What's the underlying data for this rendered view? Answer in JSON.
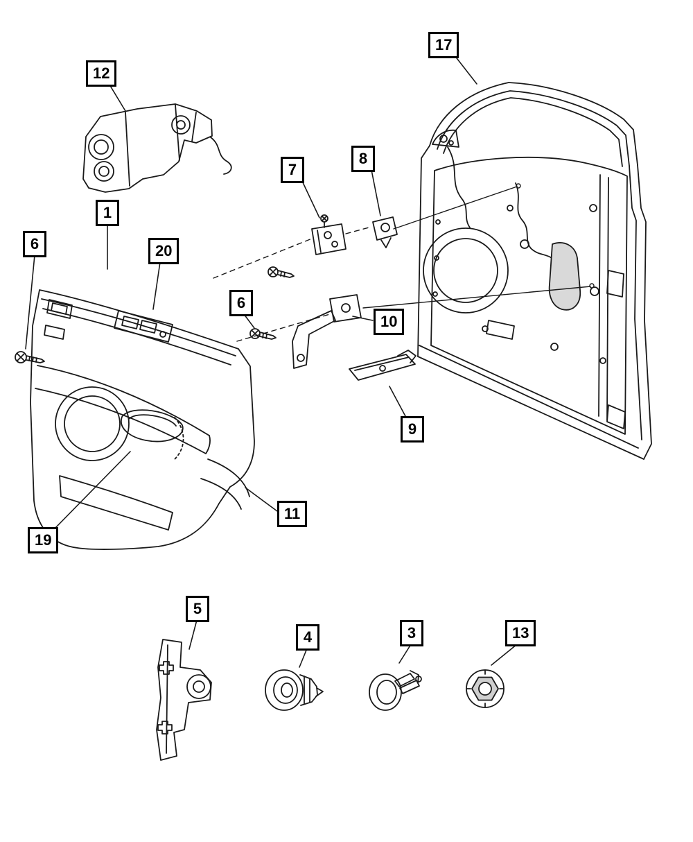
{
  "diagram": {
    "kind": "exploded-parts-diagram",
    "subject": "front-door-trim-panel-and-door-shell",
    "colors": {
      "line": "#1a1a1a",
      "background": "#ffffff",
      "callout_border": "#000000",
      "shading": "#d9d9d9",
      "nut_shading": "#cfcfcf"
    },
    "callouts": [
      {
        "id": "callout-17",
        "label": "17"
      },
      {
        "id": "callout-12",
        "label": "12"
      },
      {
        "id": "callout-7",
        "label": "7"
      },
      {
        "id": "callout-8",
        "label": "8"
      },
      {
        "id": "callout-1",
        "label": "1"
      },
      {
        "id": "callout-6-left",
        "label": "6"
      },
      {
        "id": "callout-20",
        "label": "20"
      },
      {
        "id": "callout-6-center",
        "label": "6"
      },
      {
        "id": "callout-10",
        "label": "10"
      },
      {
        "id": "callout-9",
        "label": "9"
      },
      {
        "id": "callout-11",
        "label": "11"
      },
      {
        "id": "callout-19",
        "label": "19"
      },
      {
        "id": "callout-5",
        "label": "5"
      },
      {
        "id": "callout-4",
        "label": "4"
      },
      {
        "id": "callout-3",
        "label": "3"
      },
      {
        "id": "callout-13",
        "label": "13"
      }
    ]
  }
}
